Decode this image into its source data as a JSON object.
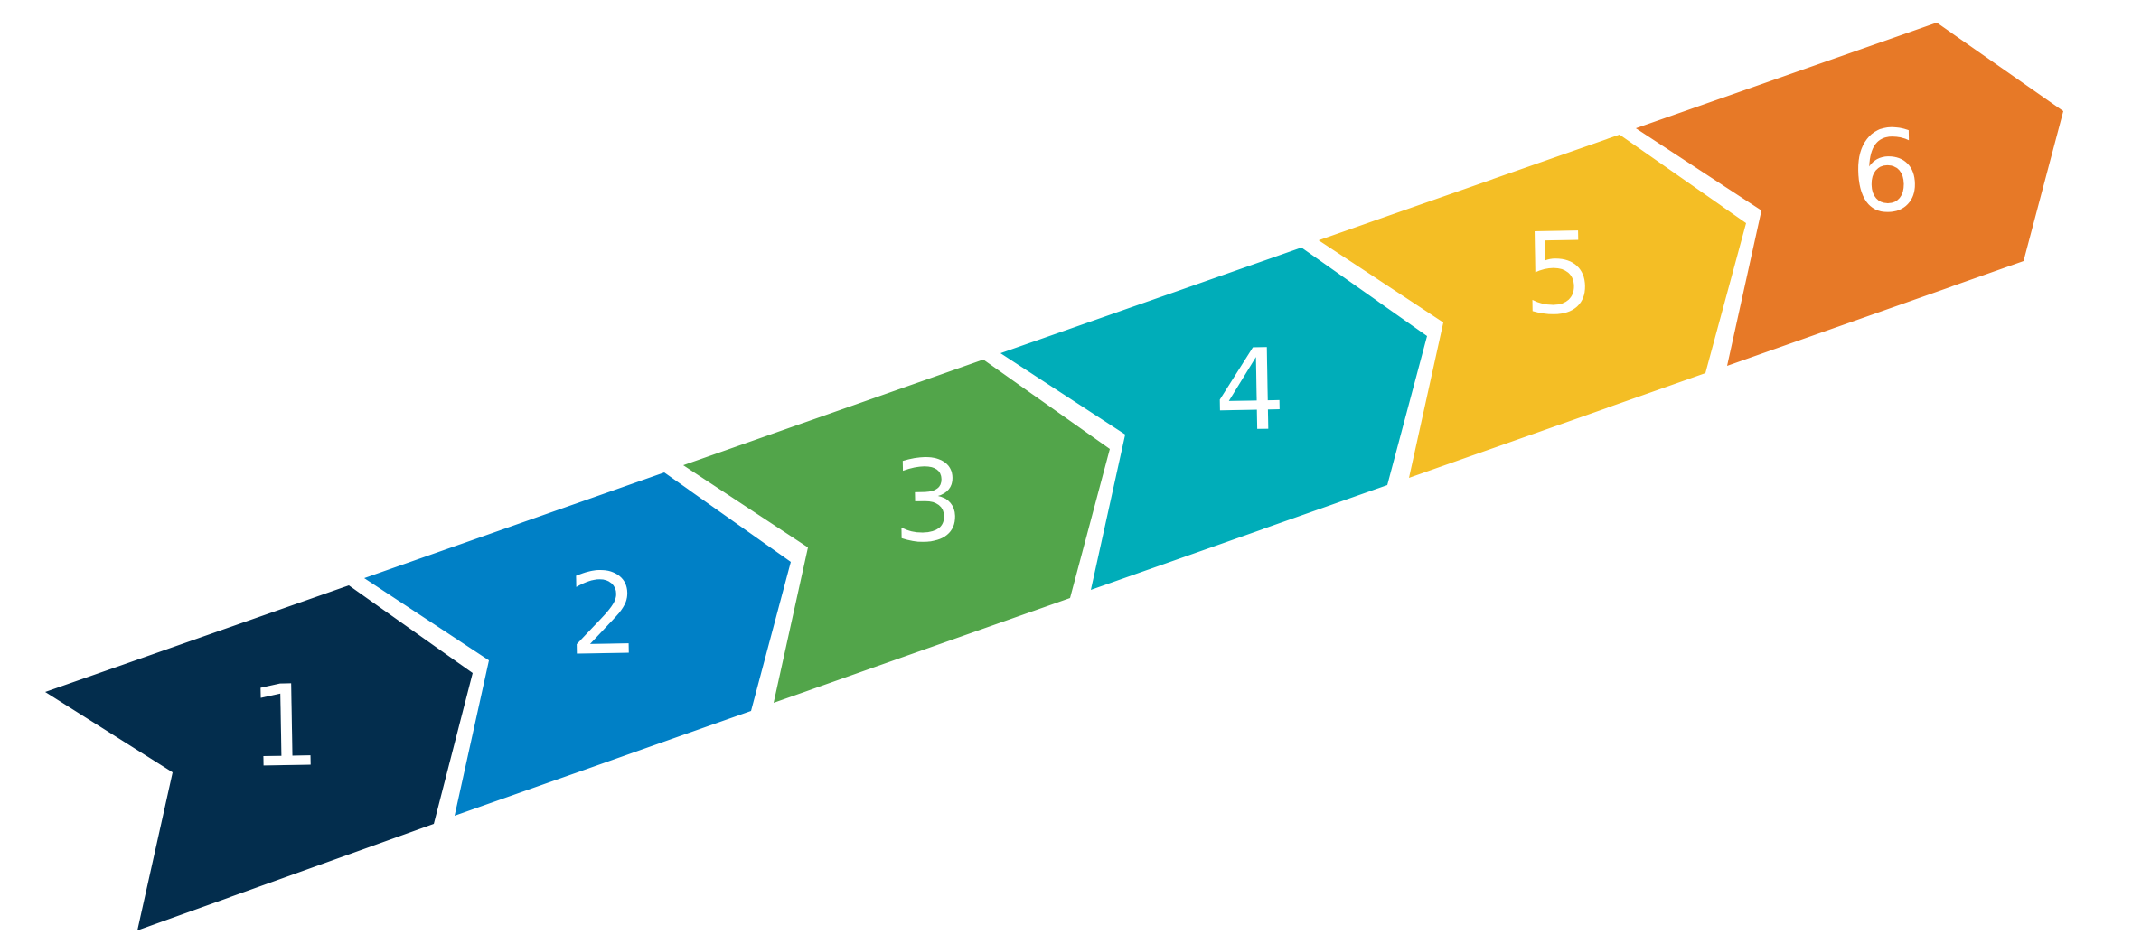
{
  "steps": [
    {
      "label": "1",
      "color": "#032D4D"
    },
    {
      "label": "2",
      "color": "#0080C6"
    },
    {
      "label": "3",
      "color": "#52A54A"
    },
    {
      "label": "4",
      "color": "#00ADB9"
    },
    {
      "label": "5",
      "color": "#F4BE25"
    },
    {
      "label": "6",
      "color": "#E77927"
    }
  ]
}
